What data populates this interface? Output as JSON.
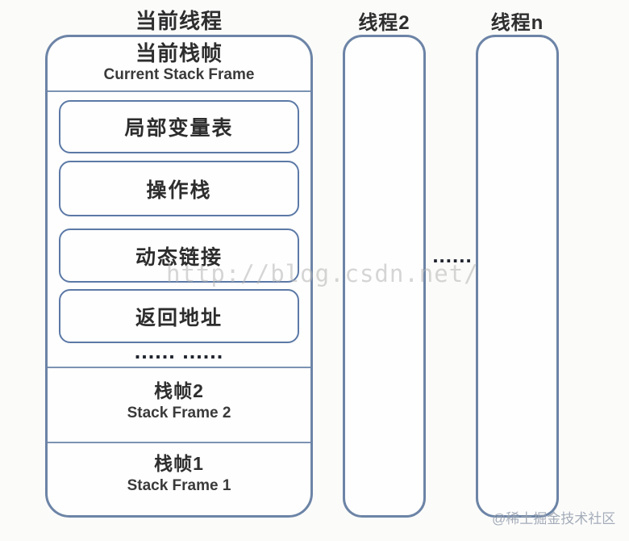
{
  "diagram": {
    "current_thread": {
      "title": "当前线程",
      "header": {
        "title_zh": "当前栈帧",
        "title_en": "Current Stack Frame"
      },
      "frame_items": [
        {
          "label": "局部变量表"
        },
        {
          "label": "操作栈"
        },
        {
          "label": "动态链接"
        },
        {
          "label": "返回地址"
        }
      ],
      "ellipsis": "...... ......",
      "stacked_frames": [
        {
          "title_zh": "栈帧2",
          "title_en": "Stack Frame 2"
        },
        {
          "title_zh": "栈帧1",
          "title_en": "Stack Frame 1"
        }
      ]
    },
    "thread_2": {
      "title": "线程2"
    },
    "thread_n": {
      "title": "线程n"
    },
    "between_threads_ellipsis": "......"
  },
  "watermarks": {
    "csdn_url": "http://blog.csdn.net/",
    "juejin": "@稀土掘金技术社区"
  },
  "colors": {
    "outer_border": "#6c84a6",
    "inner_border": "#5c79a6",
    "divider": "#7b93b3",
    "text": "#2e2e2e",
    "dots": "#20242e",
    "watermark_csdn": "#b5b5b5",
    "watermark_juejin": "#9ba4b2",
    "background": "#fbfbfa"
  }
}
